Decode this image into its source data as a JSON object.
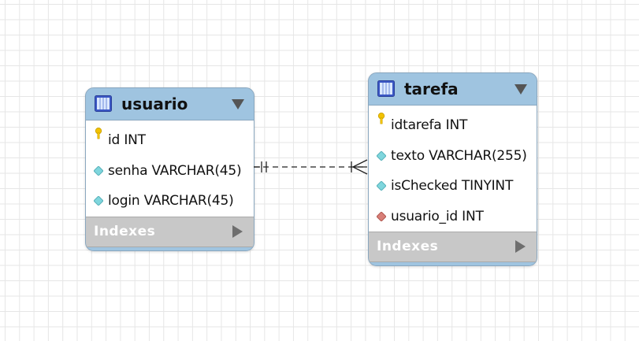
{
  "diagram": {
    "tables": [
      {
        "name": "usuario",
        "columns": [
          {
            "text": "id INT",
            "kind": "primary-key",
            "icon": "key-icon"
          },
          {
            "text": "senha VARCHAR(45)",
            "kind": "column",
            "icon": "diamond-icon"
          },
          {
            "text": "login VARCHAR(45)",
            "kind": "column",
            "icon": "diamond-icon"
          }
        ],
        "indexes_label": "Indexes"
      },
      {
        "name": "tarefa",
        "columns": [
          {
            "text": "idtarefa INT",
            "kind": "primary-key",
            "icon": "key-icon"
          },
          {
            "text": "texto VARCHAR(255)",
            "kind": "column",
            "icon": "diamond-icon"
          },
          {
            "text": "isChecked TINYINT",
            "kind": "column",
            "icon": "diamond-icon"
          },
          {
            "text": "usuario_id INT",
            "kind": "foreign-key",
            "icon": "fk-diamond-icon"
          }
        ],
        "indexes_label": "Indexes"
      }
    ],
    "relationship": {
      "from": "usuario",
      "to": "tarefa",
      "from_cardinality": "one-and-only-one",
      "to_cardinality": "one-or-many",
      "line_style": "dashed"
    },
    "colors": {
      "header": "#9fc4e0",
      "indexes_bar": "#c8c8c8",
      "primary_key": "#f2c200",
      "column_diamond": "#7fd6dd",
      "foreign_key_diamond": "#d87f78",
      "grid": "#e6e6e6"
    }
  }
}
